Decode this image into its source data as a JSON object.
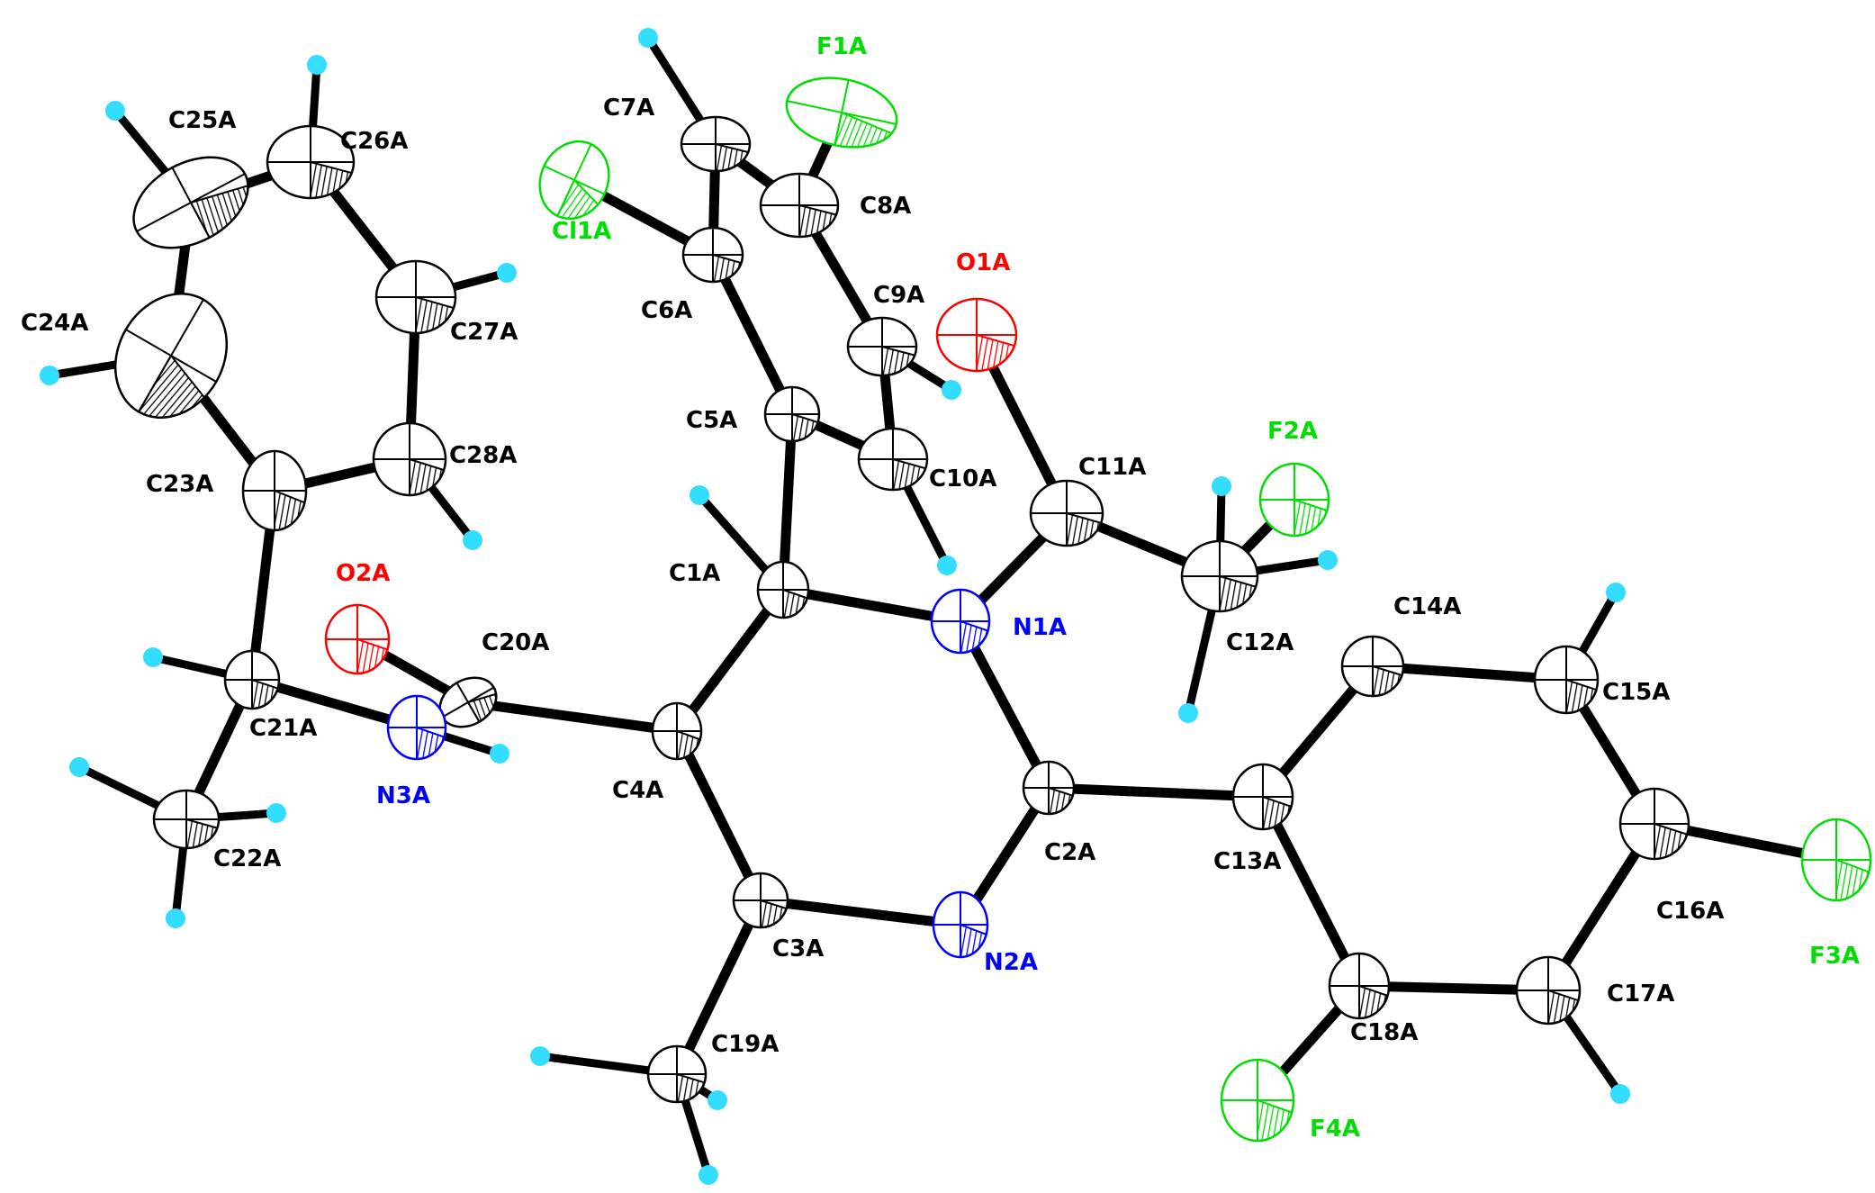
{
  "colors": {
    "carbon": "#000000",
    "nitrogen": "#0000ff",
    "oxygen": "#ff0000",
    "fluorine": "#00dd00",
    "chlorine": "#00dd00",
    "hydrogen": "#33ddff",
    "bond": "#000000",
    "background": "#ffffff"
  },
  "atoms": [
    {
      "id": "C1A",
      "label": "C1A",
      "element": "C"
    },
    {
      "id": "C2A",
      "label": "C2A",
      "element": "C"
    },
    {
      "id": "C3A",
      "label": "C3A",
      "element": "C"
    },
    {
      "id": "C4A",
      "label": "C4A",
      "element": "C"
    },
    {
      "id": "C5A",
      "label": "C5A",
      "element": "C"
    },
    {
      "id": "C6A",
      "label": "C6A",
      "element": "C"
    },
    {
      "id": "C7A",
      "label": "C7A",
      "element": "C"
    },
    {
      "id": "C8A",
      "label": "C8A",
      "element": "C"
    },
    {
      "id": "C9A",
      "label": "C9A",
      "element": "C"
    },
    {
      "id": "C10A",
      "label": "C10A",
      "element": "C"
    },
    {
      "id": "C11A",
      "label": "C11A",
      "element": "C"
    },
    {
      "id": "C12A",
      "label": "C12A",
      "element": "C"
    },
    {
      "id": "C13A",
      "label": "C13A",
      "element": "C"
    },
    {
      "id": "C14A",
      "label": "C14A",
      "element": "C"
    },
    {
      "id": "C15A",
      "label": "C15A",
      "element": "C"
    },
    {
      "id": "C16A",
      "label": "C16A",
      "element": "C"
    },
    {
      "id": "C17A",
      "label": "C17A",
      "element": "C"
    },
    {
      "id": "C18A",
      "label": "C18A",
      "element": "C"
    },
    {
      "id": "C19A",
      "label": "C19A",
      "element": "C"
    },
    {
      "id": "C20A",
      "label": "C20A",
      "element": "C"
    },
    {
      "id": "C21A",
      "label": "C21A",
      "element": "C"
    },
    {
      "id": "C22A",
      "label": "C22A",
      "element": "C"
    },
    {
      "id": "C23A",
      "label": "C23A",
      "element": "C"
    },
    {
      "id": "C24A",
      "label": "C24A",
      "element": "C"
    },
    {
      "id": "C25A",
      "label": "C25A",
      "element": "C"
    },
    {
      "id": "C26A",
      "label": "C26A",
      "element": "C"
    },
    {
      "id": "C27A",
      "label": "C27A",
      "element": "C"
    },
    {
      "id": "C28A",
      "label": "C28A",
      "element": "C"
    },
    {
      "id": "N1A",
      "label": "N1A",
      "element": "N"
    },
    {
      "id": "N2A",
      "label": "N2A",
      "element": "N"
    },
    {
      "id": "N3A",
      "label": "N3A",
      "element": "N"
    },
    {
      "id": "O1A",
      "label": "O1A",
      "element": "O"
    },
    {
      "id": "O2A",
      "label": "O2A",
      "element": "O"
    },
    {
      "id": "F1A",
      "label": "F1A",
      "element": "F"
    },
    {
      "id": "F2A",
      "label": "F2A",
      "element": "F"
    },
    {
      "id": "F3A",
      "label": "F3A",
      "element": "F"
    },
    {
      "id": "F4A",
      "label": "F4A",
      "element": "F"
    },
    {
      "id": "Cl1A",
      "label": "Cl1A",
      "element": "Cl"
    }
  ],
  "bonds": [
    [
      "C1A",
      "C4A"
    ],
    [
      "C1A",
      "N1A"
    ],
    [
      "C1A",
      "C5A"
    ],
    [
      "C4A",
      "C3A"
    ],
    [
      "C4A",
      "C20A"
    ],
    [
      "C3A",
      "N2A"
    ],
    [
      "C3A",
      "C19A"
    ],
    [
      "N2A",
      "C2A"
    ],
    [
      "C2A",
      "N1A"
    ],
    [
      "C2A",
      "C13A"
    ],
    [
      "N1A",
      "C11A"
    ],
    [
      "C11A",
      "O1A"
    ],
    [
      "C11A",
      "C12A"
    ],
    [
      "C5A",
      "C6A"
    ],
    [
      "C5A",
      "C10A"
    ],
    [
      "C6A",
      "C7A"
    ],
    [
      "C6A",
      "Cl1A"
    ],
    [
      "C7A",
      "C8A"
    ],
    [
      "C8A",
      "C9A"
    ],
    [
      "C8A",
      "F1A"
    ],
    [
      "C9A",
      "C10A"
    ],
    [
      "C13A",
      "C14A"
    ],
    [
      "C13A",
      "C18A"
    ],
    [
      "C14A",
      "C15A"
    ],
    [
      "C15A",
      "C16A"
    ],
    [
      "C16A",
      "C17A"
    ],
    [
      "C16A",
      "F3A"
    ],
    [
      "C17A",
      "C18A"
    ],
    [
      "C18A",
      "F4A"
    ],
    [
      "C12A",
      "F2A"
    ],
    [
      "C20A",
      "O2A"
    ],
    [
      "C20A",
      "N3A"
    ],
    [
      "N3A",
      "C21A"
    ],
    [
      "C21A",
      "C22A"
    ],
    [
      "C21A",
      "C23A"
    ],
    [
      "C23A",
      "C24A"
    ],
    [
      "C23A",
      "C28A"
    ],
    [
      "C24A",
      "C25A"
    ],
    [
      "C25A",
      "C26A"
    ],
    [
      "C26A",
      "C27A"
    ],
    [
      "C27A",
      "C28A"
    ]
  ]
}
